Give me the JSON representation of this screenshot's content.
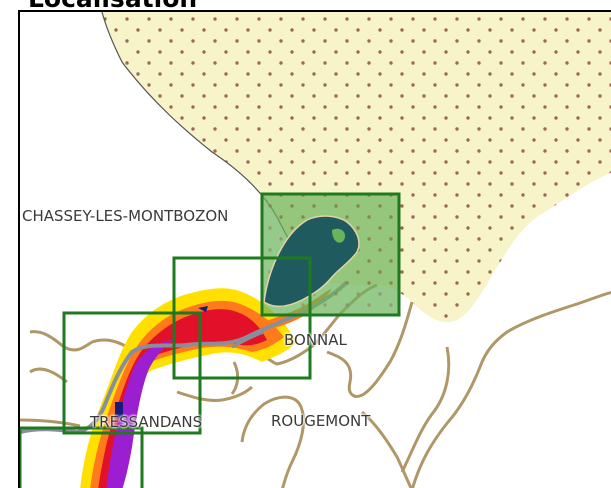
{
  "title": "Localisation",
  "colors": {
    "forest_fill": "#f7f4c9",
    "forest_dots": "#9b6a55",
    "commune_border": "#b09768",
    "frame_stroke": "#1e7a1e",
    "frame_highlight": "#6ab35a",
    "lake": "#1f5a5e",
    "river": "#8a8e9a",
    "flood_high": "#9b1fd1",
    "flood_mid": "#e3102a",
    "flood_low": "#ff7a1a",
    "flood_edge": "#ffe000"
  },
  "communes": [
    {
      "name": "CHASSEY-LES-MONTBOZON"
    },
    {
      "name": "BONNAL"
    },
    {
      "name": "TRESSANDANS"
    },
    {
      "name": "ROUGEMONT"
    }
  ]
}
